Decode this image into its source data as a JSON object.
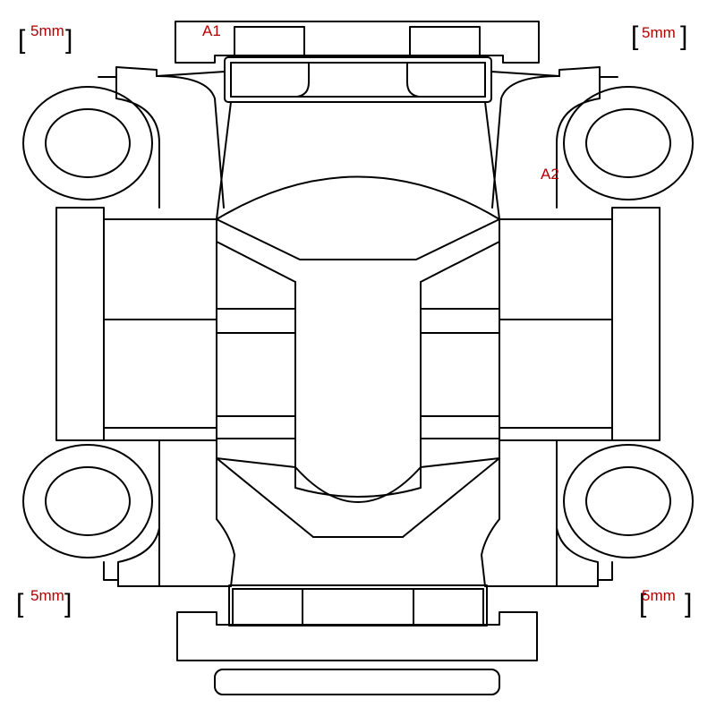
{
  "annotation_color": "#b00000",
  "labels": {
    "a1": "A1",
    "a2": "A2"
  },
  "scale_markers": {
    "top_left": "5mm",
    "top_right": "5mm",
    "bottom_left": "5mm",
    "bottom_right": "5mm"
  },
  "icons": {
    "bracket_open": "[",
    "bracket_close": "]"
  }
}
